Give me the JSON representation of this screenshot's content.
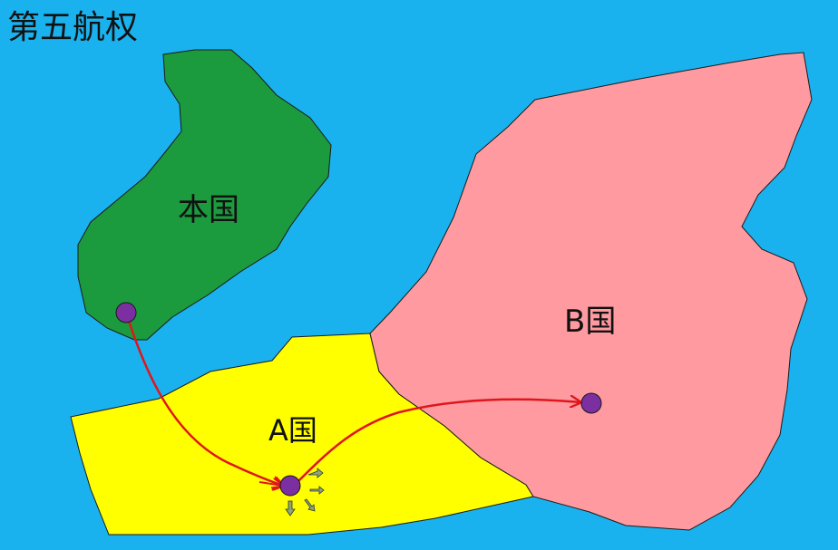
{
  "title": "第五航权",
  "countries": {
    "home": {
      "label": "本国",
      "color": "#1b9a3e"
    },
    "a": {
      "label": "A国",
      "color": "#ffff00"
    },
    "b": {
      "label": "B国",
      "color": "#ff9aa0"
    }
  },
  "colors": {
    "sea": "#1ab2ee",
    "route": "#e0151d",
    "airport": "#7b2fa0",
    "arrows": "#7f9a6e"
  }
}
